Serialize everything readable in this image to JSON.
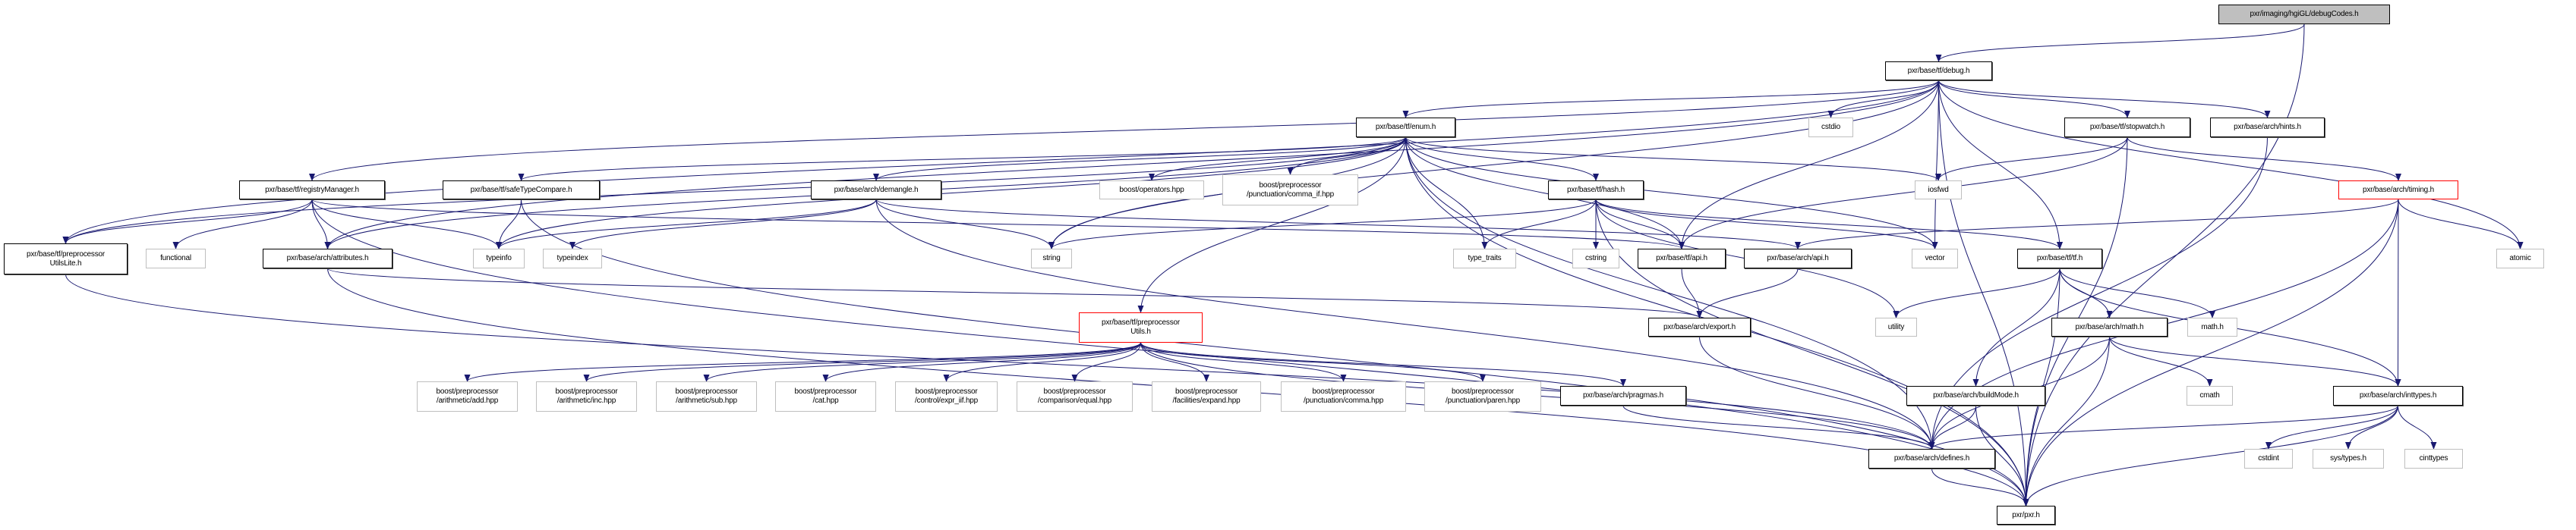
{
  "graph": {
    "edge_color": "#191970",
    "nodes": [
      {
        "id": "debugCodes",
        "label": "pxr/imaging/hgiGL/debugCodes.h",
        "kind": "focus"
      },
      {
        "id": "debug",
        "label": "pxr/base/tf/debug.h",
        "kind": "doc"
      },
      {
        "id": "enum",
        "label": "pxr/base/tf/enum.h",
        "kind": "doc"
      },
      {
        "id": "cstdio",
        "label": "cstdio",
        "kind": "sys"
      },
      {
        "id": "stopwatch",
        "label": "pxr/base/tf/stopwatch.h",
        "kind": "doc"
      },
      {
        "id": "hints",
        "label": "pxr/base/arch/hints.h",
        "kind": "doc"
      },
      {
        "id": "registry",
        "label": "pxr/base/tf/registryManager.h",
        "kind": "doc"
      },
      {
        "id": "safeType",
        "label": "pxr/base/tf/safeTypeCompare.h",
        "kind": "doc"
      },
      {
        "id": "demangle",
        "label": "pxr/base/arch/demangle.h",
        "kind": "doc"
      },
      {
        "id": "operators",
        "label": "boost/operators.hpp",
        "kind": "sys"
      },
      {
        "id": "commaIf",
        "label": "boost/preprocessor\n/punctuation/comma_if.hpp",
        "kind": "sys"
      },
      {
        "id": "hash",
        "label": "pxr/base/tf/hash.h",
        "kind": "doc"
      },
      {
        "id": "iosfwd",
        "label": "iosfwd",
        "kind": "sys"
      },
      {
        "id": "timing",
        "label": "pxr/base/arch/timing.h",
        "kind": "red"
      },
      {
        "id": "ppLite",
        "label": "pxr/base/tf/preprocessor\nUtilsLite.h",
        "kind": "doc"
      },
      {
        "id": "functional",
        "label": "functional",
        "kind": "sys"
      },
      {
        "id": "attributes",
        "label": "pxr/base/arch/attributes.h",
        "kind": "doc"
      },
      {
        "id": "typeinfo",
        "label": "typeinfo",
        "kind": "sys"
      },
      {
        "id": "typeindex",
        "label": "typeindex",
        "kind": "sys"
      },
      {
        "id": "string",
        "label": "string",
        "kind": "sys"
      },
      {
        "id": "typeTraits",
        "label": "type_traits",
        "kind": "sys"
      },
      {
        "id": "cstring",
        "label": "cstring",
        "kind": "sys"
      },
      {
        "id": "tfApi",
        "label": "pxr/base/tf/api.h",
        "kind": "doc"
      },
      {
        "id": "archApi",
        "label": "pxr/base/arch/api.h",
        "kind": "doc"
      },
      {
        "id": "vector",
        "label": "vector",
        "kind": "sys"
      },
      {
        "id": "tf",
        "label": "pxr/base/tf/tf.h",
        "kind": "doc"
      },
      {
        "id": "atomic",
        "label": "atomic",
        "kind": "sys"
      },
      {
        "id": "ppUtils",
        "label": "pxr/base/tf/preprocessor\nUtils.h",
        "kind": "red"
      },
      {
        "id": "export",
        "label": "pxr/base/arch/export.h",
        "kind": "doc"
      },
      {
        "id": "utility",
        "label": "utility",
        "kind": "sys"
      },
      {
        "id": "archMath",
        "label": "pxr/base/arch/math.h",
        "kind": "doc"
      },
      {
        "id": "mathh",
        "label": "math.h",
        "kind": "sys"
      },
      {
        "id": "add",
        "label": "boost/preprocessor\n/arithmetic/add.hpp",
        "kind": "sys"
      },
      {
        "id": "inc",
        "label": "boost/preprocessor\n/arithmetic/inc.hpp",
        "kind": "sys"
      },
      {
        "id": "sub",
        "label": "boost/preprocessor\n/arithmetic/sub.hpp",
        "kind": "sys"
      },
      {
        "id": "cat",
        "label": "boost/preprocessor\n/cat.hpp",
        "kind": "sys"
      },
      {
        "id": "exprIif",
        "label": "boost/preprocessor\n/control/expr_iif.hpp",
        "kind": "sys"
      },
      {
        "id": "equal",
        "label": "boost/preprocessor\n/comparison/equal.hpp",
        "kind": "sys"
      },
      {
        "id": "expand",
        "label": "boost/preprocessor\n/facilities/expand.hpp",
        "kind": "sys"
      },
      {
        "id": "comma",
        "label": "boost/preprocessor\n/punctuation/comma.hpp",
        "kind": "sys"
      },
      {
        "id": "paren",
        "label": "boost/preprocessor\n/punctuation/paren.hpp",
        "kind": "sys"
      },
      {
        "id": "pragmas",
        "label": "pxr/base/arch/pragmas.h",
        "kind": "doc"
      },
      {
        "id": "buildMode",
        "label": "pxr/base/arch/buildMode.h",
        "kind": "doc"
      },
      {
        "id": "cmath",
        "label": "cmath",
        "kind": "sys"
      },
      {
        "id": "inttypes",
        "label": "pxr/base/arch/inttypes.h",
        "kind": "doc"
      },
      {
        "id": "defines",
        "label": "pxr/base/arch/defines.h",
        "kind": "doc"
      },
      {
        "id": "cstdint",
        "label": "cstdint",
        "kind": "sys"
      },
      {
        "id": "systypes",
        "label": "sys/types.h",
        "kind": "sys"
      },
      {
        "id": "cinttypes",
        "label": "cinttypes",
        "kind": "sys"
      },
      {
        "id": "pxr",
        "label": "pxr/pxr.h",
        "kind": "doc"
      }
    ],
    "edges": [
      [
        "debugCodes",
        "debug"
      ],
      [
        "debugCodes",
        "pxr"
      ],
      [
        "debug",
        "enum"
      ],
      [
        "debug",
        "registry"
      ],
      [
        "debug",
        "ppLite"
      ],
      [
        "debug",
        "attributes"
      ],
      [
        "debug",
        "string"
      ],
      [
        "debug",
        "cstdio"
      ],
      [
        "debug",
        "stopwatch"
      ],
      [
        "debug",
        "hints"
      ],
      [
        "debug",
        "tfApi"
      ],
      [
        "debug",
        "vector"
      ],
      [
        "debug",
        "tf"
      ],
      [
        "debug",
        "atomic"
      ],
      [
        "debug",
        "pxr"
      ],
      [
        "enum",
        "ppLite"
      ],
      [
        "enum",
        "safeType"
      ],
      [
        "enum",
        "demangle"
      ],
      [
        "enum",
        "operators"
      ],
      [
        "enum",
        "commaIf"
      ],
      [
        "enum",
        "hash"
      ],
      [
        "enum",
        "string"
      ],
      [
        "enum",
        "typeinfo"
      ],
      [
        "enum",
        "typeTraits"
      ],
      [
        "enum",
        "tfApi"
      ],
      [
        "enum",
        "ppUtils"
      ],
      [
        "enum",
        "vector"
      ],
      [
        "enum",
        "iosfwd"
      ],
      [
        "enum",
        "defines"
      ],
      [
        "enum",
        "pxr"
      ],
      [
        "enum",
        "attributes"
      ],
      [
        "registry",
        "ppLite"
      ],
      [
        "registry",
        "functional"
      ],
      [
        "registry",
        "attributes"
      ],
      [
        "registry",
        "typeinfo"
      ],
      [
        "registry",
        "tfApi"
      ],
      [
        "registry",
        "pxr"
      ],
      [
        "safeType",
        "typeinfo"
      ],
      [
        "safeType",
        "pxr"
      ],
      [
        "demangle",
        "typeinfo"
      ],
      [
        "demangle",
        "typeindex"
      ],
      [
        "demangle",
        "string"
      ],
      [
        "demangle",
        "archApi"
      ],
      [
        "demangle",
        "defines"
      ],
      [
        "hash",
        "string"
      ],
      [
        "hash",
        "typeTraits"
      ],
      [
        "hash",
        "cstring"
      ],
      [
        "hash",
        "tfApi"
      ],
      [
        "hash",
        "vector"
      ],
      [
        "hash",
        "tf"
      ],
      [
        "hash",
        "utility"
      ],
      [
        "hash",
        "pxr"
      ],
      [
        "ppLite",
        "defines"
      ],
      [
        "attributes",
        "export"
      ],
      [
        "attributes",
        "pxr"
      ],
      [
        "ppUtils",
        "add"
      ],
      [
        "ppUtils",
        "inc"
      ],
      [
        "ppUtils",
        "sub"
      ],
      [
        "ppUtils",
        "cat"
      ],
      [
        "ppUtils",
        "exprIif"
      ],
      [
        "ppUtils",
        "equal"
      ],
      [
        "ppUtils",
        "expand"
      ],
      [
        "ppUtils",
        "comma"
      ],
      [
        "ppUtils",
        "paren"
      ],
      [
        "ppUtils",
        "pragmas"
      ],
      [
        "ppUtils",
        "defines"
      ],
      [
        "tfApi",
        "export"
      ],
      [
        "archApi",
        "export"
      ],
      [
        "export",
        "defines"
      ],
      [
        "pragmas",
        "defines"
      ],
      [
        "stopwatch",
        "iosfwd"
      ],
      [
        "stopwatch",
        "tfApi"
      ],
      [
        "stopwatch",
        "timing"
      ],
      [
        "stopwatch",
        "pxr"
      ],
      [
        "hints",
        "defines"
      ],
      [
        "timing",
        "archApi"
      ],
      [
        "timing",
        "inttypes"
      ],
      [
        "timing",
        "atomic"
      ],
      [
        "timing",
        "defines"
      ],
      [
        "timing",
        "pxr"
      ],
      [
        "tf",
        "utility"
      ],
      [
        "tf",
        "mathh"
      ],
      [
        "tf",
        "archMath"
      ],
      [
        "tf",
        "buildMode"
      ],
      [
        "tf",
        "inttypes"
      ],
      [
        "tf",
        "pxr"
      ],
      [
        "archMath",
        "cmath"
      ],
      [
        "archMath",
        "inttypes"
      ],
      [
        "archMath",
        "defines"
      ],
      [
        "archMath",
        "pxr"
      ],
      [
        "buildMode",
        "defines"
      ],
      [
        "buildMode",
        "pxr"
      ],
      [
        "inttypes",
        "defines"
      ],
      [
        "inttypes",
        "cstdint"
      ],
      [
        "inttypes",
        "systypes"
      ],
      [
        "inttypes",
        "cinttypes"
      ],
      [
        "inttypes",
        "pxr"
      ],
      [
        "defines",
        "pxr"
      ]
    ]
  }
}
